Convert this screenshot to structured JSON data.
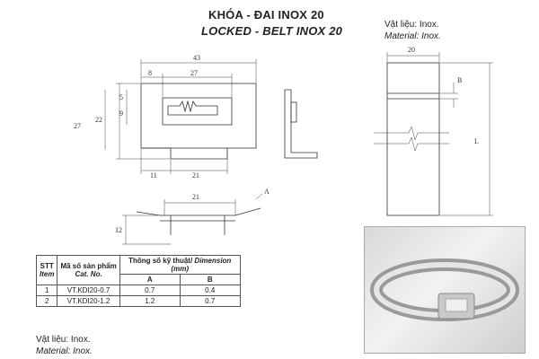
{
  "title": {
    "vi": "KHÓA - ĐAI INOX 20",
    "en": "LOCKED - BELT INOX 20"
  },
  "material_top": {
    "vi": "Vật liệu: Inox.",
    "en": "Material: Inox."
  },
  "material_bottom": {
    "vi": "Vật liệu: Inox.",
    "en": "Material: Inox."
  },
  "dimensions": {
    "width_43": "43",
    "d8": "8",
    "d27_top": "27",
    "d5": "5",
    "d9": "9",
    "d22": "22",
    "d27_side": "27",
    "d11": "11",
    "d21_bottom": "21",
    "d21_section": "21",
    "d12": "12",
    "label_a": "A",
    "belt_width": "20",
    "label_b": "B",
    "label_l": "L"
  },
  "table": {
    "headers": {
      "stt_vi": "STT",
      "stt_en": "Item",
      "code_vi": "Mã số sản phẩm",
      "code_en": "Cat. No.",
      "spec_vi": "Thông số kỹ thuật/",
      "spec_en": "Dimension",
      "unit": "(mm)",
      "col_a": "A",
      "col_b": "B"
    },
    "rows": [
      {
        "stt": "1",
        "code": "VT.KDI20-0.7",
        "a": "0.7",
        "b": "0.4"
      },
      {
        "stt": "2",
        "code": "VT.KDI20-1.2",
        "a": "1.2",
        "b": "0.7"
      }
    ]
  }
}
